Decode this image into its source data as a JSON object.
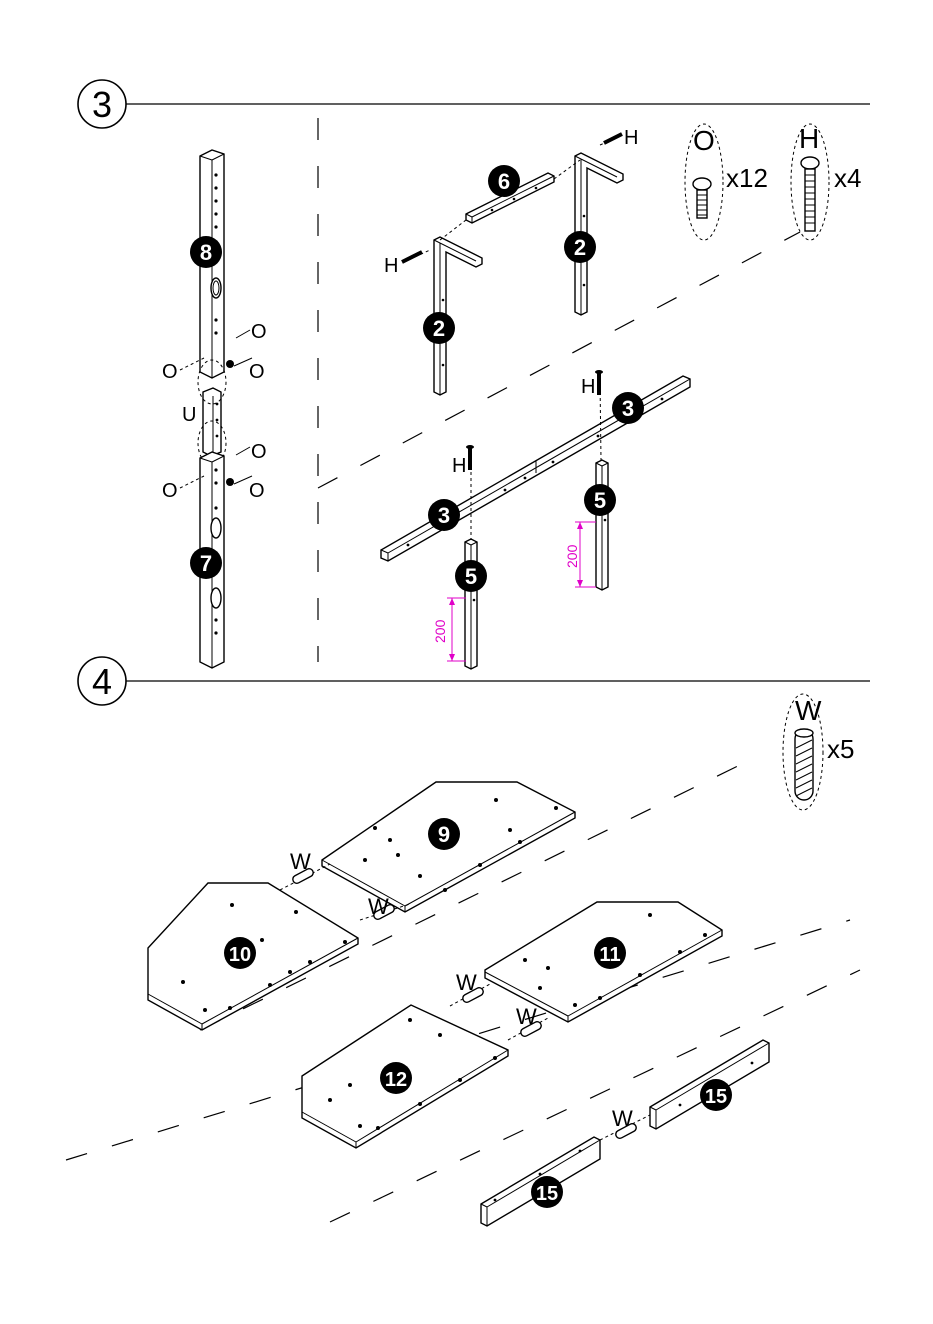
{
  "steps": [
    {
      "number": "3"
    },
    {
      "number": "4"
    }
  ],
  "step3": {
    "part_labels": {
      "p8": "8",
      "p7": "7",
      "p6": "6",
      "p2a": "2",
      "p2b": "2",
      "p3a": "3",
      "p3b": "3",
      "p5a": "5",
      "p5b": "5"
    },
    "hardware_labels": {
      "o1": "O",
      "o2": "O",
      "o3": "O",
      "o4": "O",
      "o5": "O",
      "o6": "O",
      "u": "U",
      "h1": "H",
      "h2": "H",
      "h3": "H",
      "h4": "H"
    },
    "dimensions": {
      "d1": "200",
      "d2": "200"
    },
    "hardware_legend": [
      {
        "letter": "O",
        "qty": "x12",
        "icon": "short-bolt-icon"
      },
      {
        "letter": "H",
        "qty": "x4",
        "icon": "long-bolt-icon"
      }
    ]
  },
  "step4": {
    "part_labels": {
      "p9": "9",
      "p10": "10",
      "p11": "11",
      "p12": "12",
      "p15a": "15",
      "p15b": "15"
    },
    "dowel_labels": {
      "w1": "W",
      "w2": "W",
      "w3": "W",
      "w4": "W",
      "w5": "W"
    },
    "hardware_legend": [
      {
        "letter": "W",
        "qty": "x5",
        "icon": "wooden-dowel-icon"
      }
    ]
  },
  "colors": {
    "line": "#000000",
    "dimension": "#e000c8",
    "badge": "#000000"
  }
}
